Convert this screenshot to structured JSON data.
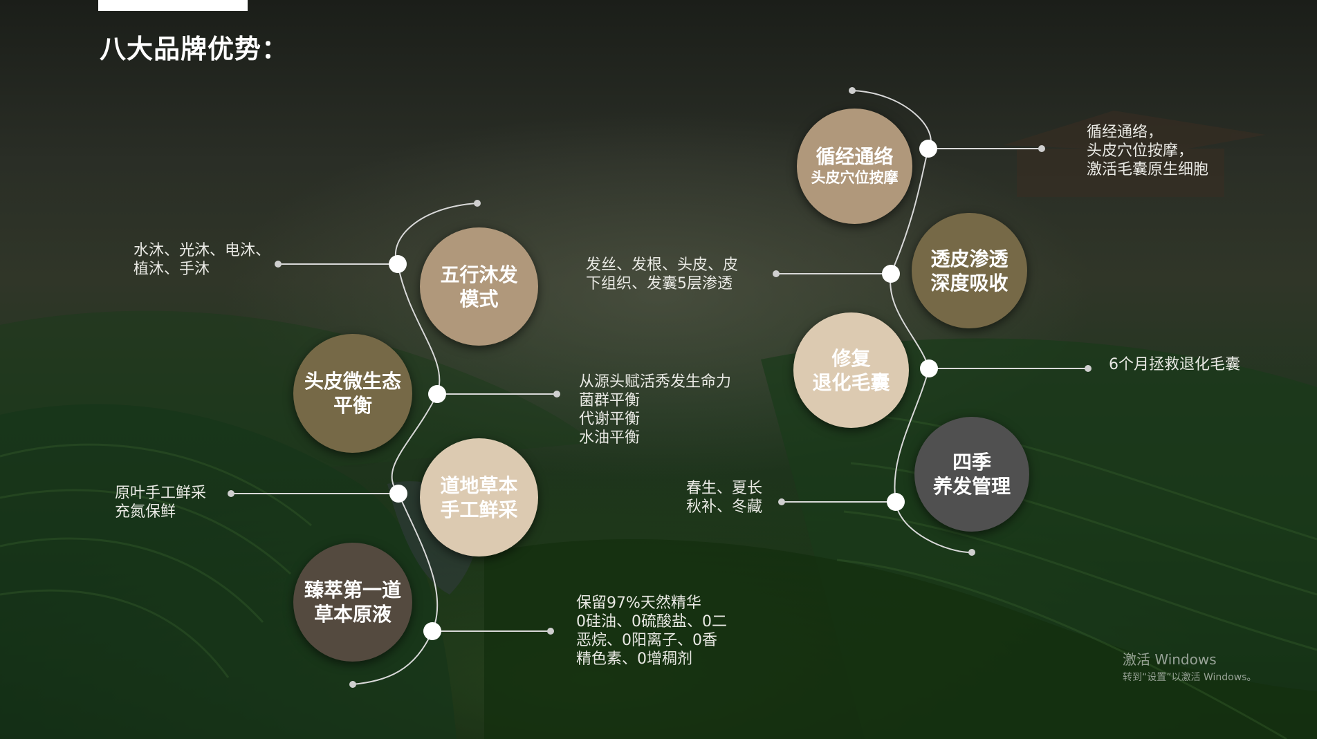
{
  "slide": {
    "title": "八大品牌优势：",
    "colors": {
      "tan": "#b0987b",
      "olive": "#766947",
      "beige": "#dccab1",
      "dark_brown": "#544a3f",
      "gray": "#505050",
      "text": "#ffffff"
    },
    "nodes": [
      {
        "line1": "五行沐发",
        "line2": "模式",
        "color_key": "tan",
        "desc": [
          "水沐、光沐、电沐、",
          "植沐、手沐"
        ]
      },
      {
        "line1": "头皮微生态",
        "line2": "平衡",
        "color_key": "olive",
        "desc": [
          "从源头赋活秀发生命力",
          "菌群平衡",
          "代谢平衡",
          "水油平衡"
        ]
      },
      {
        "line1": "道地草本",
        "line2": "手工鲜采",
        "color_key": "beige",
        "desc": [
          "原叶手工鲜采",
          "充氮保鲜"
        ]
      },
      {
        "line1": "臻萃第一道",
        "line2": "草本原液",
        "color_key": "dark_brown",
        "desc": [
          "保留97%天然精华",
          "0硅油、0硫酸盐、0二",
          "恶烷、0阳离子、0香",
          "精色素、0增稠剂"
        ]
      },
      {
        "line1": "循经通络",
        "line2": "头皮穴位按摩",
        "color_key": "tan",
        "desc": [
          "循经通络，",
          "头皮穴位按摩，",
          "激活毛囊原生细胞"
        ]
      },
      {
        "line1": "透皮渗透",
        "line2": "深度吸收",
        "color_key": "olive",
        "desc": [
          "发丝、发根、头皮、皮",
          "下组织、发囊5层渗透"
        ]
      },
      {
        "line1": "修复",
        "line2": "退化毛囊",
        "color_key": "beige",
        "desc": [
          "6个月拯救退化毛囊"
        ]
      },
      {
        "line1": "四季",
        "line2": "养发管理",
        "color_key": "gray",
        "desc": [
          "春生、夏长",
          "秋补、冬藏"
        ]
      }
    ]
  },
  "watermark": {
    "line1": "激活 Windows",
    "line2": "转到“设置”以激活 Windows。"
  }
}
